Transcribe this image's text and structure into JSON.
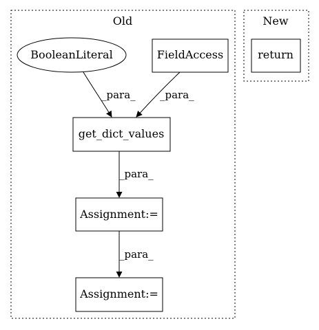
{
  "clusters": {
    "old": {
      "label": "Old"
    },
    "new": {
      "label": "New"
    }
  },
  "nodes": {
    "boolean_literal": "BooleanLiteral",
    "field_access": "FieldAccess",
    "get_dict_values": "get_dict_values",
    "assignment_1": "Assignment:=",
    "assignment_2": "Assignment:=",
    "return": "return"
  },
  "edges": {
    "e1": "_para_",
    "e2": "_para_",
    "e3": "_para_",
    "e4": "_para_"
  },
  "colors": {
    "stroke": "#000000",
    "background": "#ffffff"
  }
}
